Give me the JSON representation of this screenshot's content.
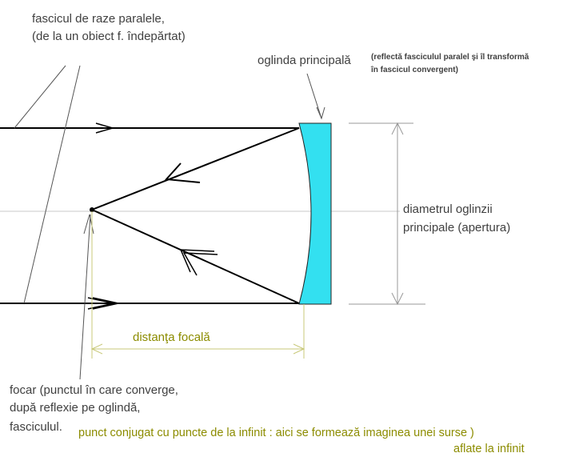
{
  "labels": {
    "parallel_beam_line1": "fascicul de raze paralele,",
    "parallel_beam_line2": "(de la un obiect f. îndepărtat)",
    "primary_mirror": "oglinda principală",
    "primary_mirror_note_line1": "(reflectă fasciculul paralel şi îl transformă",
    "primary_mirror_note_line2": "în fascicul convergent)",
    "mirror_diameter_line1": "diametrul oglinzii",
    "mirror_diameter_line2": "principale (apertura)",
    "focal_distance": "distanţa focală",
    "focus_line1": "focar (punctul în care converge,",
    "focus_line2": "după reflexie pe oglindă,",
    "focus_line3": "fasciculul.",
    "conjugate_point_line1": "punct conjugat cu puncte de la infinit : aici se formează imaginea unei surse )",
    "conjugate_point_line2": "aflate la infinit"
  },
  "colors": {
    "ray": "#000000",
    "text": "#404040",
    "mirror_fill": "#33e0f0",
    "axis": "#c8c8c8",
    "focal_guide": "#c8c878",
    "focal_text": "#8c8c00"
  }
}
